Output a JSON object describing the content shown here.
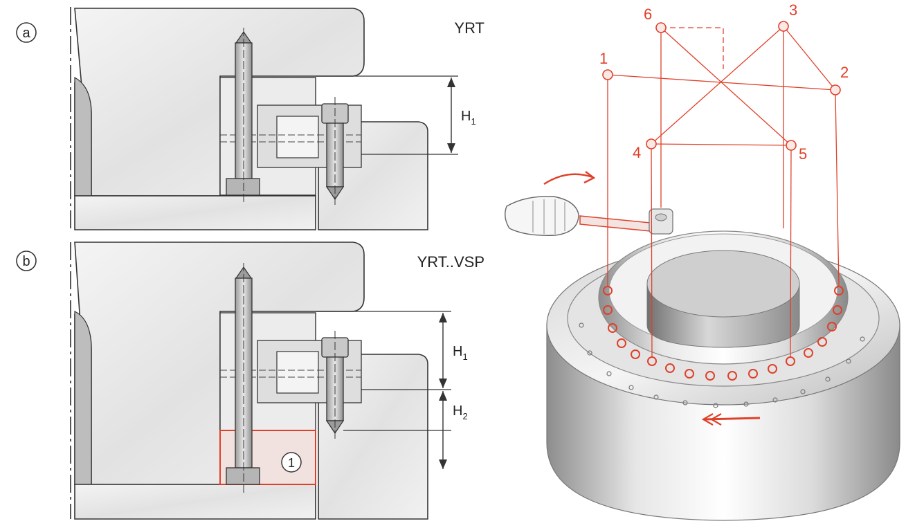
{
  "panel_a": {
    "letter": "a",
    "title": "YRT",
    "dim_h1_main": "H",
    "dim_h1_sub": "1"
  },
  "panel_b": {
    "letter": "b",
    "title": "YRT..VSP",
    "dim_h1_main": "H",
    "dim_h1_sub": "1",
    "dim_h2_main": "H",
    "dim_h2_sub": "2",
    "callout": "1"
  },
  "tightening_sequence": {
    "labels": [
      "1",
      "2",
      "3",
      "4",
      "5",
      "6"
    ]
  },
  "colors": {
    "accent": "#e0402a",
    "outline": "#333333",
    "fill_light": "#e9e9e9",
    "fill_mid": "#cfcfcf"
  }
}
